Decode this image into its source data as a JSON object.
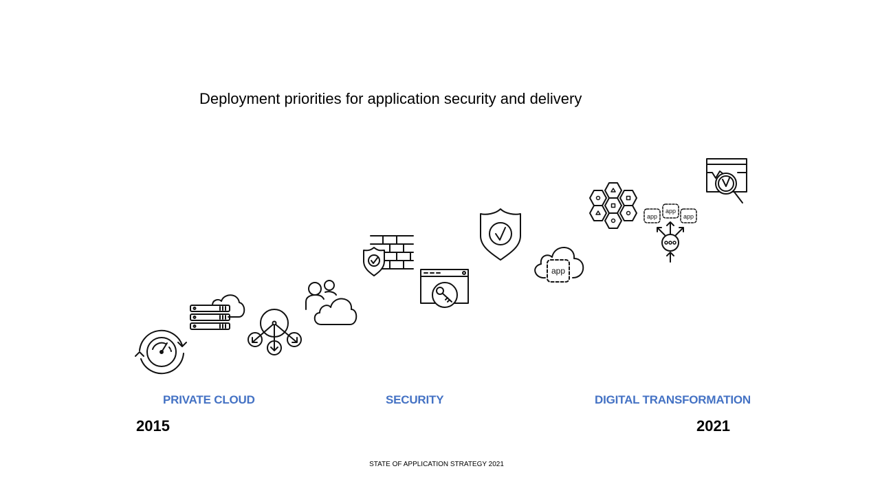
{
  "slide": {
    "title": "Deployment priorities for application security and delivery",
    "phases": [
      "PRIVATE CLOUD",
      "SECURITY",
      "DIGITAL TRANSFORMATION"
    ],
    "start_year": "2015",
    "end_year": "2021",
    "footer": "STATE OF APPLICATION STRATEGY 2021",
    "accent_color": "#4472C4",
    "icons": [
      "performance-gauge-icon",
      "server-cloud-icon",
      "load-distribution-icon",
      "users-cloud-icon",
      "firewall-shield-icon",
      "browser-key-icon",
      "shield-check-icon",
      "cloud-app-icon",
      "hexagon-microservices-icon",
      "app-distribution-icon",
      "monitor-analytics-icon"
    ],
    "app_label": "app"
  }
}
